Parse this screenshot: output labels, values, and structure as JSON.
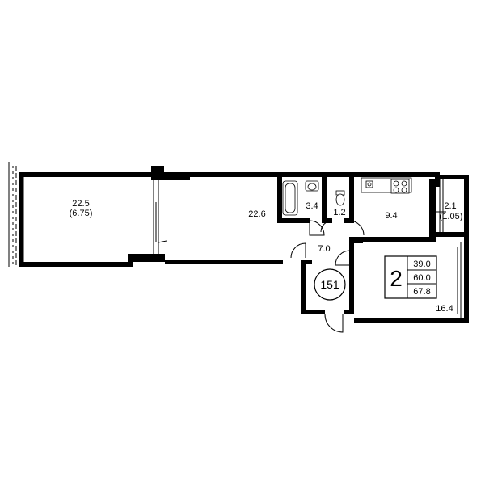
{
  "plan": {
    "unit_number": "151",
    "rooms_count": "2",
    "summary": {
      "living_area": "39.0",
      "total_area": "60.0",
      "total_area_with_balconies": "67.8"
    },
    "rooms": {
      "loggia_large": {
        "area": "22.5",
        "reduced_area": "(6.75)"
      },
      "living_room": {
        "area": "22.6"
      },
      "bathroom": {
        "area": "3.4"
      },
      "toilet": {
        "area": "1.2"
      },
      "kitchen": {
        "area": "9.4"
      },
      "balcony_small": {
        "area": "2.1",
        "reduced_area": "(1.05)"
      },
      "hallway": {
        "area": "7.0"
      },
      "bedroom": {
        "area": "16.4"
      }
    }
  }
}
